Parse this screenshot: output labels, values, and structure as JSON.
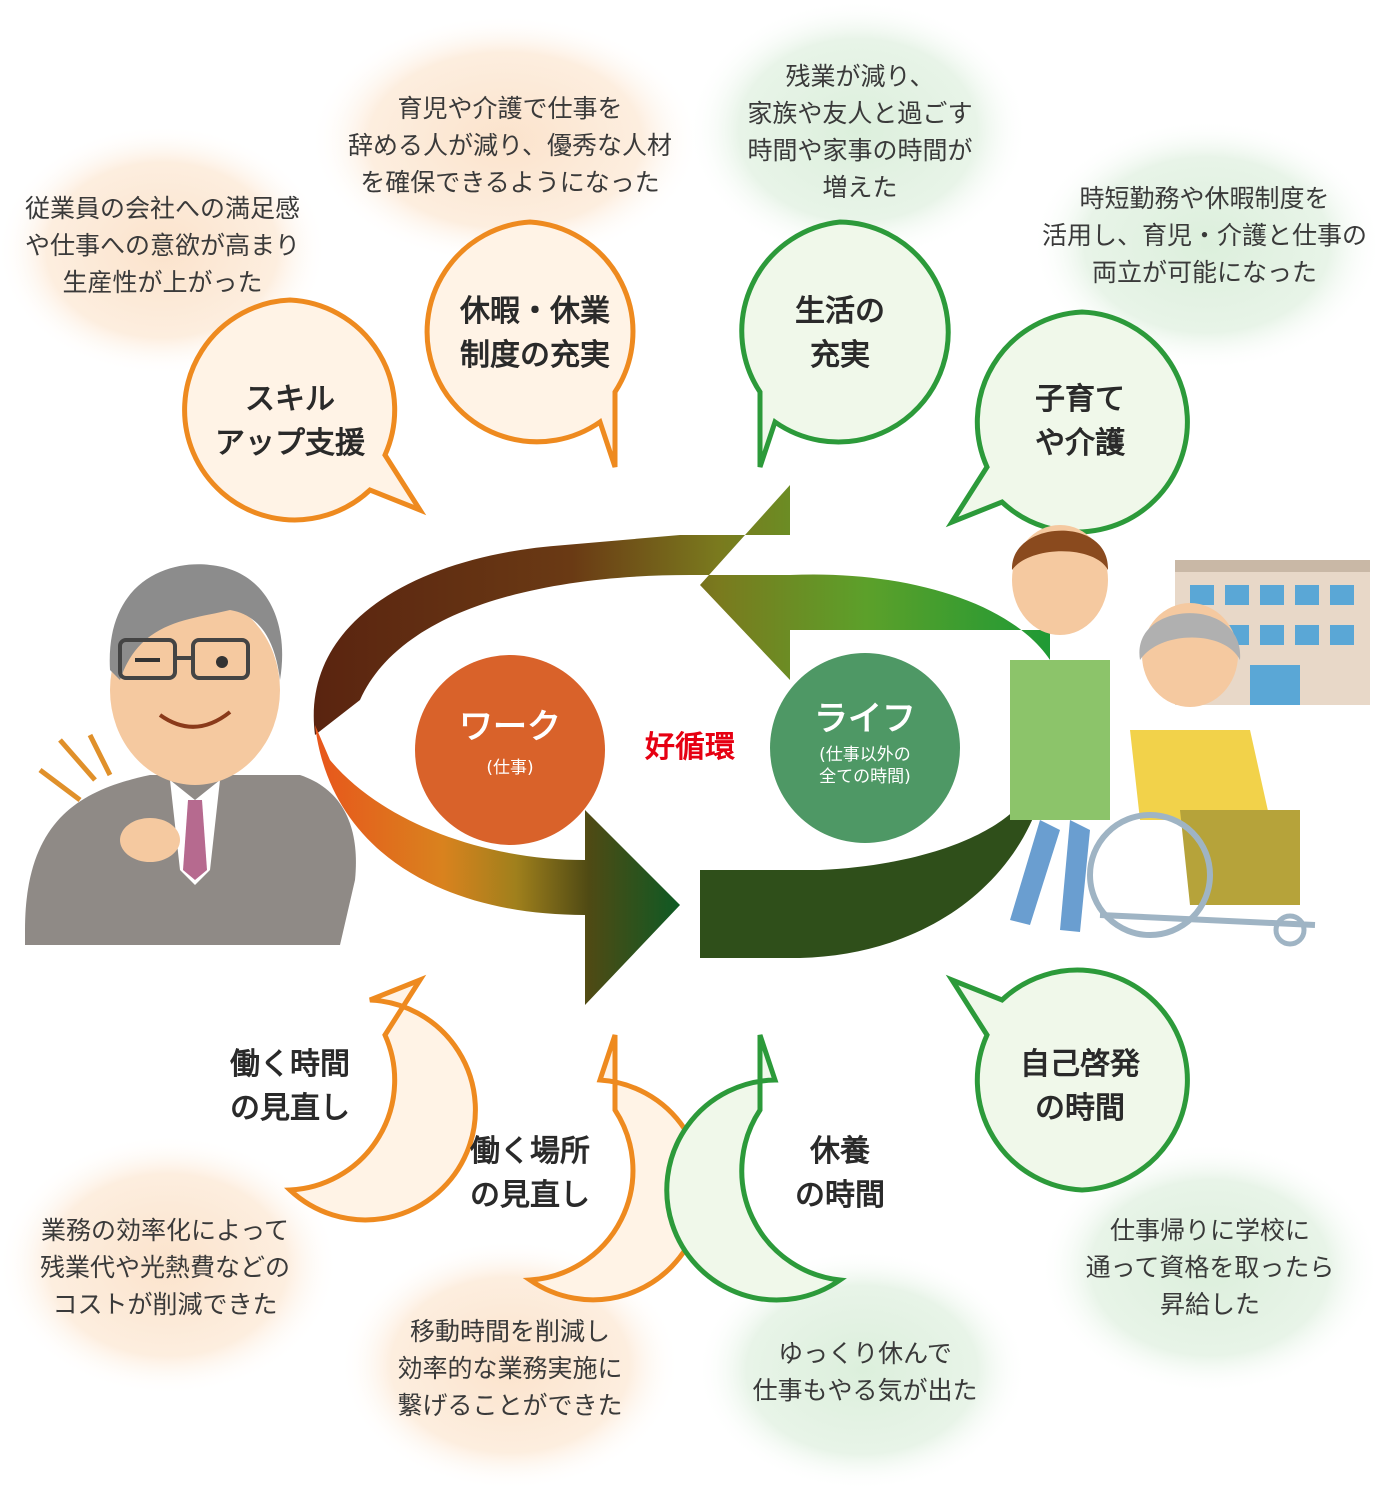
{
  "colors": {
    "work_orange": "#ee8a1f",
    "life_green": "#2c9a3a",
    "center_red": "#e60012",
    "work_circle": "#d9622a",
    "life_circle": "#4e9865"
  },
  "center": {
    "cycle_label": "好循環",
    "work": {
      "title": "ワーク",
      "sub": "(仕事)"
    },
    "life": {
      "title": "ライフ",
      "sub1": "(仕事以外の",
      "sub2": "全ての時間)"
    }
  },
  "work_bubbles": [
    {
      "line1": "スキル",
      "line2": "アップ支援",
      "note": [
        "従業員の会社への満足感",
        "や仕事への意欲が高まり",
        "生産性が上がった"
      ]
    },
    {
      "line1": "休暇・休業",
      "line2": "制度の充実",
      "note": [
        "育児や介護で仕事を",
        "辞める人が減り、優秀な人材",
        "を確保できるようになった"
      ]
    },
    {
      "line1": "働く時間",
      "line2": "の見直し",
      "note": [
        "業務の効率化によって",
        "残業代や光熱費などの",
        "コストが削減できた"
      ]
    },
    {
      "line1": "働く場所",
      "line2": "の見直し",
      "note": [
        "移動時間を削減し",
        "効率的な業務実施に",
        "繋げることができた"
      ]
    }
  ],
  "life_bubbles": [
    {
      "line1": "生活の",
      "line2": "充実",
      "note": [
        "残業が減り、",
        "家族や友人と過ごす",
        "時間や家事の時間が",
        "増えた"
      ]
    },
    {
      "line1": "子育て",
      "line2": "や介護",
      "note": [
        "時短勤務や休暇制度を",
        "活用し、育児・介護と仕事の",
        "両立が可能になった"
      ]
    },
    {
      "line1": "自己啓発",
      "line2": "の時間",
      "note": [
        "仕事帰りに学校に",
        "通って資格を取ったら",
        "昇給した"
      ]
    },
    {
      "line1": "休養",
      "line2": "の時間",
      "note": [
        "ゆっくり休んで",
        "仕事もやる気が出た"
      ]
    }
  ]
}
